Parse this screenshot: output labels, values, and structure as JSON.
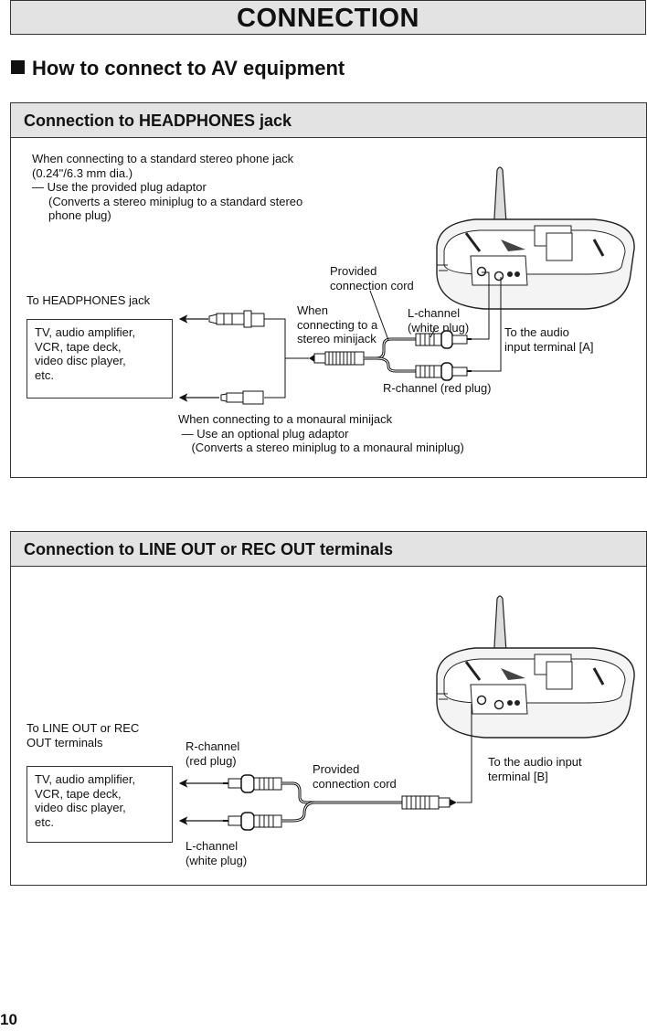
{
  "page": {
    "title": "CONNECTION",
    "subheading": "How to connect to AV equipment",
    "page_number": "10"
  },
  "section1": {
    "heading": "Connection to HEADPHONES jack",
    "stereo_note": "When connecting to a standard stereo phone jack\n(0.24\"/6.3 mm dia.)\n— Use the provided plug adaptor\n     (Converts a stereo miniplug to a standard stereo\n     phone plug)",
    "target_label": "To HEADPHONES jack",
    "device_list": "TV, audio amplifier,\nVCR, tape deck,\nvideo disc player,\netc.",
    "cord_label": "Provided\nconnection cord",
    "minijack_label": "When\nconnecting to a\nstereo minijack",
    "l_channel": "L-channel\n(white plug)",
    "r_channel": "R-channel (red plug)",
    "input_label": "To the audio\ninput terminal [A]",
    "mono_note": "When connecting to a monaural minijack\n — Use an optional plug adaptor\n    (Converts a stereo miniplug to a monaural miniplug)"
  },
  "section2": {
    "heading": "Connection to LINE OUT or REC OUT terminals",
    "target_label": "To LINE OUT or REC\nOUT terminals",
    "device_list": "TV, audio amplifier,\nVCR, tape deck,\nvideo disc player,\netc.",
    "r_channel": "R-channel\n(red plug)",
    "cord_label": "Provided\nconnection cord",
    "input_label": "To the audio input\nterminal [B]",
    "l_channel": "L-channel\n(white plug)"
  }
}
